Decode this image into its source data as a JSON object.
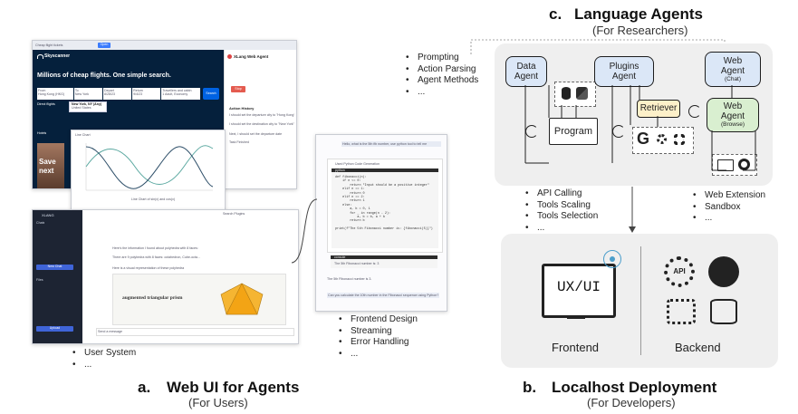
{
  "sections": {
    "a": {
      "letter": "a.",
      "title": "Web UI for Agents",
      "subtitle": "(For Users)",
      "bullets": [
        "User System",
        "..."
      ]
    },
    "b": {
      "letter": "b.",
      "title": "Localhost Deployment",
      "subtitle": "(For Developers)"
    },
    "c": {
      "letter": "c.",
      "title": "Language Agents",
      "subtitle": "(For Researchers)"
    }
  },
  "lists": {
    "agent_methods": [
      "Prompting",
      "Action Parsing",
      "Agent Methods",
      "..."
    ],
    "tools": [
      "API Calling",
      "Tools Scaling",
      "Tools Selection",
      "..."
    ],
    "web": [
      "Web Extension",
      "Sandbox",
      "..."
    ],
    "frontend": [
      "Frontend Design",
      "Streaming",
      "Error Handling",
      "..."
    ]
  },
  "agents": {
    "data": "Data\nAgent",
    "plugins": "Plugins\nAgent",
    "web_chat": "Web\nAgent",
    "web_chat_sub": "(Chat)",
    "web_browse": "Web\nAgent",
    "web_browse_sub": "(Browse)",
    "program": "Program",
    "retriever": "Retriever",
    "g_letter": "G"
  },
  "deployment": {
    "ux_label": "UX/UI",
    "frontend": "Frontend",
    "backend": "Backend",
    "api": "API"
  },
  "screens": {
    "skyscanner": {
      "brand": "Skyscanner",
      "headline": "Millions of cheap flights. One simple search.",
      "fields": [
        "From\nHong Kong (HKG)",
        "To\nNew York",
        "Depart\n8/28/23",
        "Return\n9/4/23",
        "Travellers and cabin\n1 Adult, Economy"
      ],
      "search": "Search",
      "direct": "Direct flights",
      "dropdown": [
        "New York, NY (Any)",
        "United States"
      ],
      "hotels": "Hotels",
      "save_text": "Save",
      "next_text": "next",
      "browser_tab": "Cheap flight tickets",
      "browser_btn": "Open"
    },
    "xlang": {
      "title": "XLang Web Agent",
      "stop": "Stop",
      "history_title": "Action History",
      "history": [
        "I should set the departure city to \"Hong Kong\".",
        "I should set the destination city to \"New York\"",
        "Next, I should set the departure date",
        "Task Finished"
      ]
    },
    "chart_window": {
      "title": "Line Chart",
      "caption": "Line Chart of sin(x) and cos(x)"
    },
    "dark_app": {
      "brand": "XLANG",
      "side": [
        "Chats",
        "New Chat",
        "Files",
        "Upload"
      ],
      "header": "Search Plugins",
      "answer_lines": [
        "Here's the information I found about polyhedra with 8 faces:",
        "There are 9 polyhedra with 8 faces: octahedron, Cube-octa...",
        "Here is a visual representation of these polyhedra"
      ],
      "image_label": "augmented triangular prism",
      "input_placeholder": "Send a message"
    },
    "code_chat": {
      "user_msg": "Hello, what is the 5th fib number, use python tool to tell me",
      "tool_label": "Used Python Code Generation",
      "lang": "python",
      "code": "def fibonacci(n):\n    if n <= 0:\n        return \"Input should be a positive integer\"\n    elif n == 1:\n        return 0\n    elif n == 2:\n        return 1\n    else:\n        a, b = 0, 1\n        for _ in range(n - 2):\n            a, b = b, a + b\n        return b\n\nprint(f\"The 5th Fibonacci number is: {fibonacci(5)}\")",
      "out_label": "console",
      "output": "The 5th Fibonacci number is: 3",
      "answer": "The 5th Fibonacci number is 3.",
      "suggestion": "Can you calculate the 10th number in the Fibonacci sequence using Python?"
    }
  }
}
